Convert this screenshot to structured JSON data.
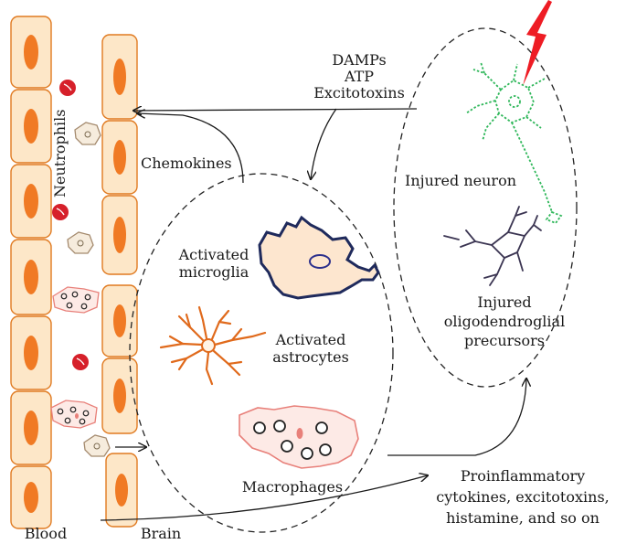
{
  "labels": {
    "damps": "DAMPs",
    "atp": "ATP",
    "excitotoxins": "Excitotoxins",
    "chemokines": "Chemokines",
    "neutrophils": "Neutrophils",
    "injured_neuron": "Injured neuron",
    "activated_microglia_1": "Activated",
    "activated_microglia_2": "microglia",
    "activated_astrocytes_1": "Activated",
    "activated_astrocytes_2": "astrocytes",
    "injured_opc_1": "Injured",
    "injured_opc_2": "oligodendroglial",
    "injured_opc_3": "precursors",
    "macrophages": "Macrophages",
    "proinflammatory_1": "Proinflammatory",
    "proinflammatory_2": "cytokines, excitotoxins,",
    "proinflammatory_3": "histamine, and so on",
    "blood": "Blood",
    "brain": "Brain"
  },
  "colors": {
    "endothelial_fill": "#fde7c8",
    "endothelial_stroke": "#e07a20",
    "nucleus": "#f07a24",
    "neutrophil": "#d6202a",
    "lightning": "#ee1c24",
    "neuron": "#2fb75a",
    "microglia_fill": "#fde6cf",
    "microglia_stroke": "#1f2a5c",
    "astrocyte": "#e06a1c",
    "macrophage_stroke": "#e8807a",
    "macrophage_fill": "#fdeae6",
    "opc": "#3b3552",
    "monocyte": "#a48a6e"
  }
}
